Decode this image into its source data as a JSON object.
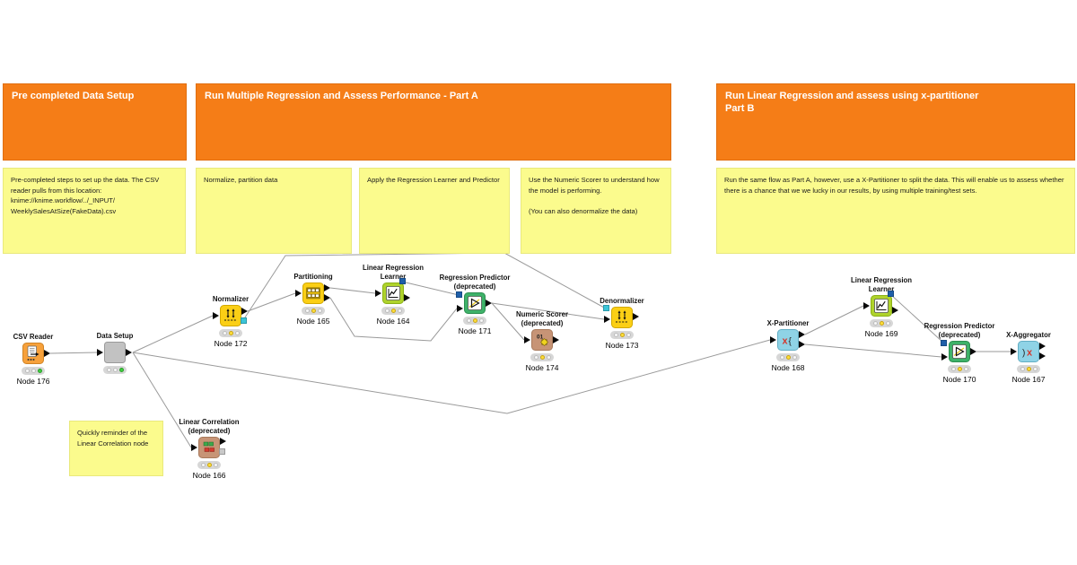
{
  "banners": {
    "pre": {
      "title": "Pre completed Data Setup"
    },
    "part_a": {
      "title": "Run Multiple Regression and Assess Performance - Part A"
    },
    "part_b": {
      "title": "Run Linear Regression and assess using x-partitioner\nPart B"
    }
  },
  "notes": {
    "setup": "Pre-completed steps to set up the data. The CSV reader pulls from this location:\nknime://knime.workflow/../_INPUT/\nWeeklySalesAtSize(FakeData).csv",
    "normalize": "Normalize, partition data",
    "apply": "Apply the Regression Learner and Predictor",
    "scorer": "Use the Numeric Scorer to understand how the model is performing.\n\n(You can also denormalize the data)",
    "part_b": "Run the same flow as Part A, however, use a X-Partitioner to split the data. This will enable us to assess whether there is a chance that we we lucky in our results, by using multiple training/test sets.",
    "correlation": "Quickly reminder of the\nLinear Correlation node"
  },
  "nodes": {
    "csv_reader": {
      "title": "CSV Reader",
      "id": "Node 176",
      "status": "green"
    },
    "data_setup": {
      "title": "Data Setup",
      "id": "",
      "status": "green"
    },
    "normalizer": {
      "title": "Normalizer",
      "id": "Node 172",
      "status": "yellow"
    },
    "partitioning": {
      "title": "Partitioning",
      "id": "Node 165",
      "status": "yellow"
    },
    "lr_learner_a": {
      "title": "Linear Regression\nLearner",
      "id": "Node 164",
      "status": "yellow"
    },
    "predictor_a": {
      "title": "Regression Predictor\n(deprecated)",
      "id": "Node 171",
      "status": "yellow"
    },
    "numeric_scorer": {
      "title": "Numeric Scorer\n(deprecated)",
      "id": "Node 174",
      "status": "yellow"
    },
    "denormalizer": {
      "title": "Denormalizer",
      "id": "Node 173",
      "status": "yellow"
    },
    "x_partitioner": {
      "title": "X-Partitioner",
      "id": "Node 168",
      "status": "yellow"
    },
    "lr_learner_b": {
      "title": "Linear Regression\nLearner",
      "id": "Node 169",
      "status": "yellow"
    },
    "predictor_b": {
      "title": "Regression Predictor\n(deprecated)",
      "id": "Node 170",
      "status": "yellow"
    },
    "x_aggregator": {
      "title": "X-Aggregator",
      "id": "Node 167",
      "status": "yellow"
    },
    "linear_correlation": {
      "title": "Linear Correlation\n(deprecated)",
      "id": "Node 166",
      "status": "yellow"
    }
  },
  "colors": {
    "banner_orange": "#f57d17",
    "note_yellow": "#fbfb8d",
    "node_yellow": "#fbcf15",
    "node_green": "#3eb269",
    "node_lime": "#afd32b",
    "node_tan": "#c79476",
    "node_blue": "#8fd3e6",
    "node_orange": "#f7a13b",
    "model_port_blue": "#1f5fa9",
    "normalizer_port_teal": "#3cc5d8"
  }
}
